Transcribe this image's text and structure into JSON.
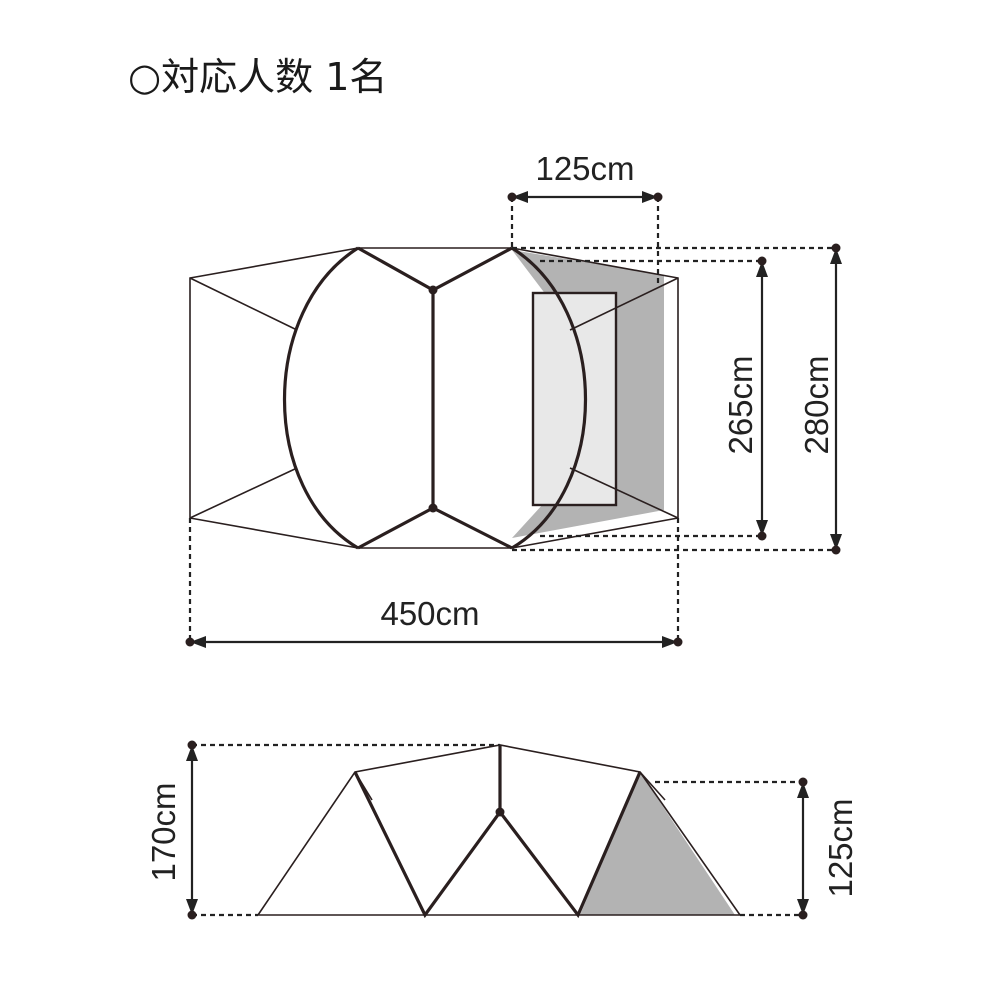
{
  "title": "○対応人数 1名",
  "top_view": {
    "width_label": "450cm",
    "vestibule_label": "125cm",
    "inner_depth_label": "265cm",
    "outer_depth_label": "280cm"
  },
  "side_view": {
    "height_label": "170cm",
    "vestibule_height_label": "125cm"
  },
  "colors": {
    "line": "#2a1f1f",
    "shade_dark": "#b3b3b3",
    "shade_light": "#e8e8e8"
  }
}
